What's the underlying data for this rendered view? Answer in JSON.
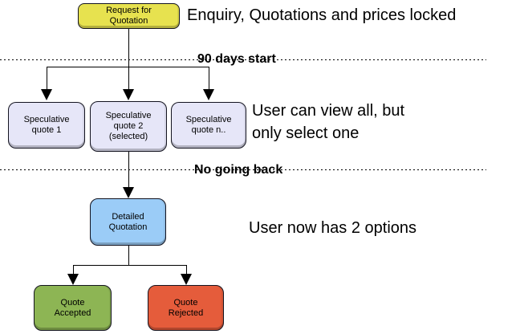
{
  "annotations": {
    "title": "Enquiry, Quotations and prices locked",
    "phase1_label": "90 days start",
    "note_quotes": "User can view all, but\nonly select one",
    "phase2_label": "No going back",
    "note_options": "User now has 2 options"
  },
  "colors": {
    "request": "#e7e24f",
    "speculative": "#e6e6f8",
    "detailed": "#9bccf7",
    "accepted": "#8db554",
    "rejected": "#e55c3b",
    "line": "#000000"
  },
  "nodes": {
    "request": {
      "label": "Request for\nQuotation"
    },
    "spec1": {
      "label": "Speculative\nquote 1"
    },
    "spec2": {
      "label": "Speculative\nquote 2\n(selected)"
    },
    "spec3": {
      "label": "Speculative\nquote n.."
    },
    "detailed": {
      "label": "Detailed\nQuotation"
    },
    "accepted": {
      "label": "Quote\nAccepted"
    },
    "rejected": {
      "label": "Quote\nRejected"
    }
  }
}
